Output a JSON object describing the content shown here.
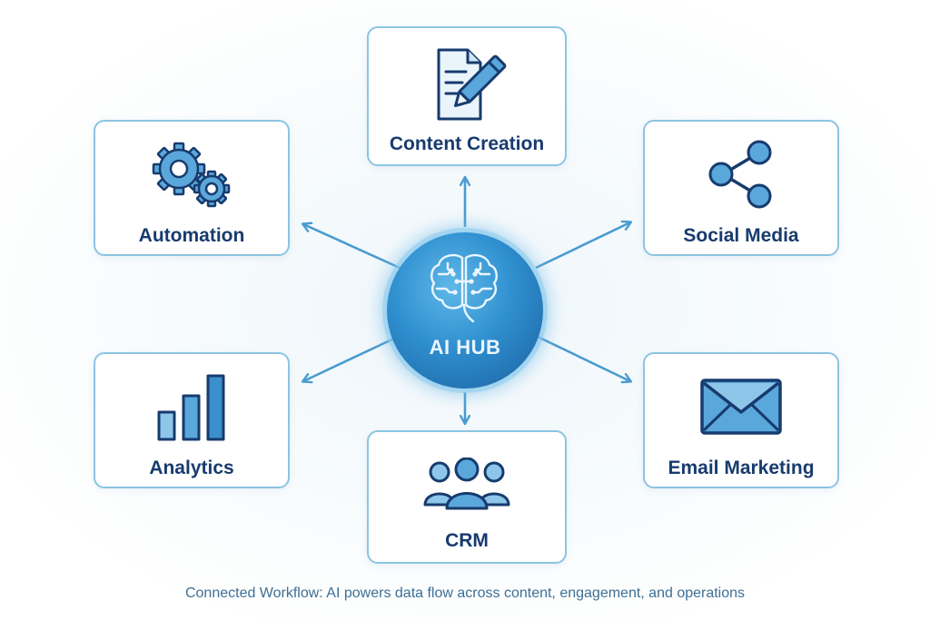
{
  "hub": {
    "label": "AI HUB",
    "icon": "brain-circuit-icon"
  },
  "nodes": {
    "content_creation": {
      "label": "Content Creation",
      "icon": "document-pencil-icon"
    },
    "automation": {
      "label": "Automation",
      "icon": "gears-icon"
    },
    "social_media": {
      "label": "Social Media",
      "icon": "share-icon"
    },
    "analytics": {
      "label": "Analytics",
      "icon": "bar-chart-icon"
    },
    "email_marketing": {
      "label": "Email Marketing",
      "icon": "envelope-icon"
    },
    "crm": {
      "label": "CRM",
      "icon": "users-icon"
    }
  },
  "caption": "Connected Workflow: AI powers data flow across content, engagement, and operations",
  "colors": {
    "accent": "#2f8fcf",
    "accent_dark": "#1b5f9e",
    "icon_fill": "#5aa7db",
    "icon_stroke": "#173b6e",
    "node_border": "#8cc4e2",
    "label_text": "#173b6e",
    "connector": "#4a9bd0"
  }
}
